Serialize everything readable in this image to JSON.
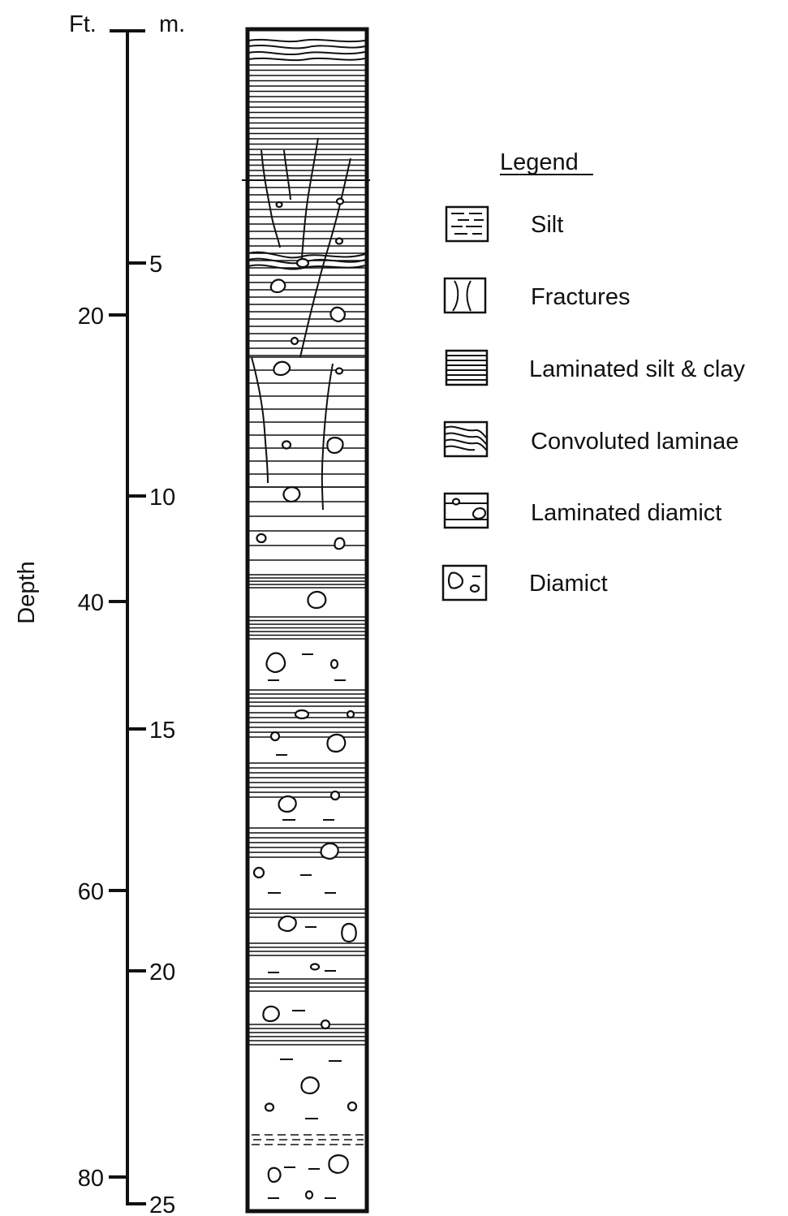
{
  "axis": {
    "unit_left": "Ft.",
    "unit_right": "m.",
    "label": "Depth",
    "feet_ticks": [
      "20",
      "40",
      "60",
      "80"
    ],
    "meter_ticks": [
      "5",
      "10",
      "15",
      "20",
      "25"
    ]
  },
  "legend": {
    "title": "Legend",
    "items": [
      {
        "label": "Silt",
        "icon": "silt-symbol"
      },
      {
        "label": "Fractures",
        "icon": "fractures-symbol"
      },
      {
        "label": "Laminated silt & clay",
        "icon": "laminated-silt-clay-symbol"
      },
      {
        "label": "Convoluted laminae",
        "icon": "convoluted-laminae-symbol"
      },
      {
        "label": "Laminated diamict",
        "icon": "laminated-diamict-symbol"
      },
      {
        "label": "Diamict",
        "icon": "diamict-symbol"
      }
    ]
  }
}
